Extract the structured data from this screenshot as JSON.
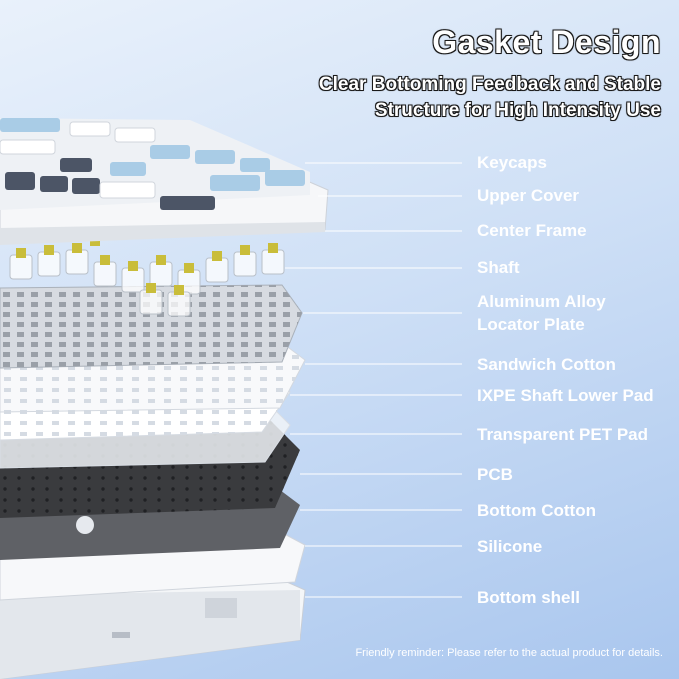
{
  "header": {
    "title": "Gasket Design",
    "subtitle": "Clear Bottoming Feedback and Stable Structure for High Intensity Use"
  },
  "layers": [
    {
      "label": "Keycaps"
    },
    {
      "label": "Upper Cover"
    },
    {
      "label": "Center Frame"
    },
    {
      "label": "Shaft"
    },
    {
      "label": "Aluminum Alloy Locator Plate"
    },
    {
      "label": "Sandwich Cotton"
    },
    {
      "label": "IXPE Shaft Lower Pad"
    },
    {
      "label": "Transparent PET Pad"
    },
    {
      "label": "PCB"
    },
    {
      "label": "Bottom Cotton"
    },
    {
      "label": "Silicone"
    },
    {
      "label": "Bottom shell"
    }
  ],
  "footer": {
    "reminder": "Friendly reminder: Please refer to the actual product for details."
  },
  "colors": {
    "keycap_blue": "#a9cce6",
    "keycap_dark": "#4c5566",
    "switch_yellow": "#c9bd3a",
    "pcb_dark": "#3a3b3e"
  }
}
